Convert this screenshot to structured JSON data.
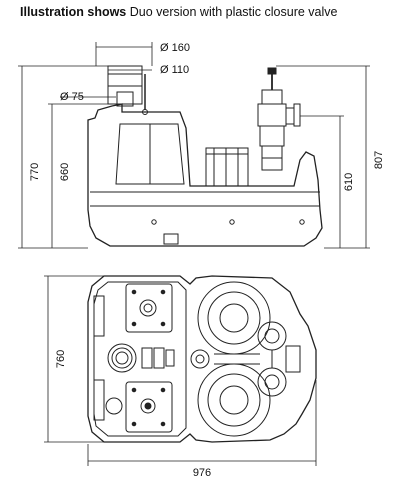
{
  "caption": {
    "bold": "Illustration shows",
    "rest": " Duo version with plastic closure valve"
  },
  "dimensions": {
    "d160": "Ø 160",
    "d110": "Ø 110",
    "d75": "Ø 75",
    "h770": "770",
    "h660": "660",
    "h610": "610",
    "h807": "807",
    "w760": "760",
    "w976": "976"
  }
}
